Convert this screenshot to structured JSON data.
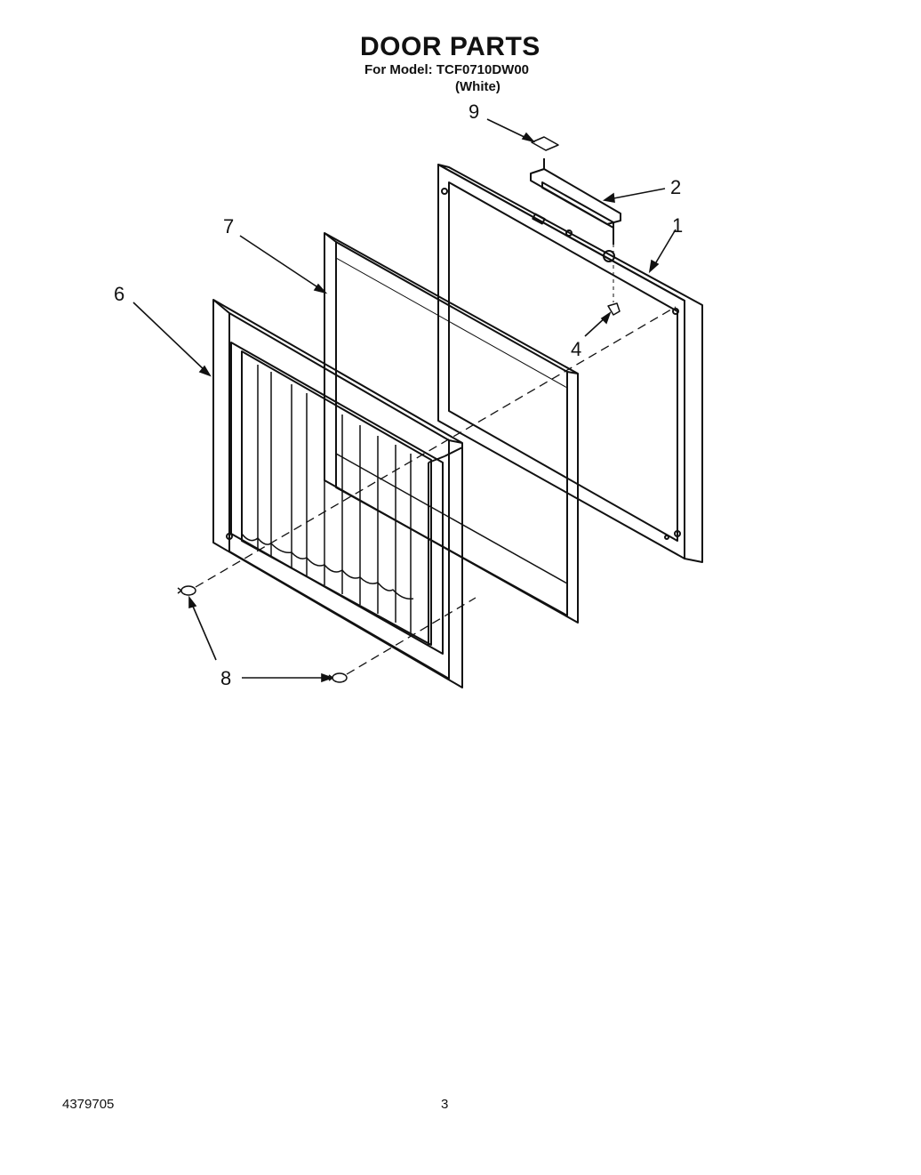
{
  "header": {
    "title": "DOOR PARTS",
    "model_line": "For Model: TCF0710DW00",
    "color_line": "(White)"
  },
  "callouts": [
    "9",
    "2",
    "1",
    "7",
    "6",
    "4",
    "8"
  ],
  "footer": {
    "part_number": "4379705",
    "page_number": "3"
  }
}
